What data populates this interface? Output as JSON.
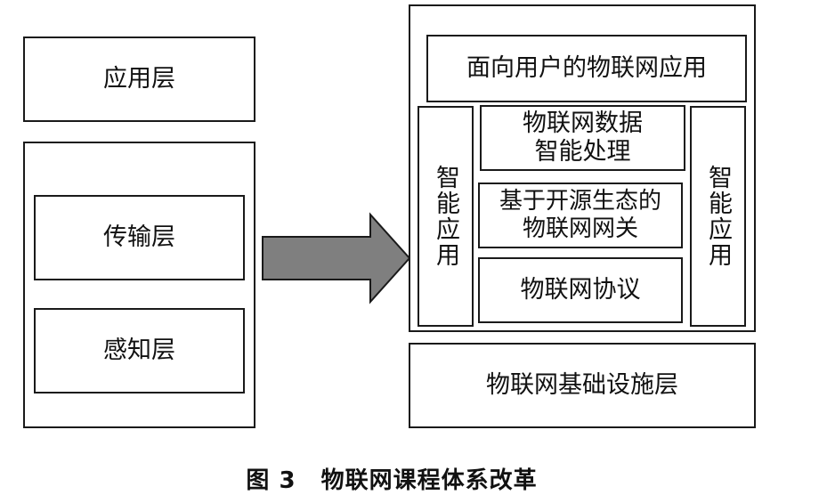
{
  "left": {
    "app_layer": "应用层",
    "transport_layer": "传输层",
    "perception_layer": "感知层"
  },
  "right": {
    "user_apps": "面向用户的物联网应用",
    "smart_app_left": "智能应用",
    "smart_app_right": "智能应用",
    "data_processing": "物联网数据\n智能处理",
    "gateway": "基于开源生态的\n物联网网关",
    "protocol": "物联网协议",
    "infrastructure": "物联网基础设施层"
  },
  "caption": {
    "figure_no": "图 3",
    "title": "物联网课程体系改革"
  },
  "colors": {
    "arrow_fill": "#7f7f7f",
    "border": "#1a1a1a"
  }
}
